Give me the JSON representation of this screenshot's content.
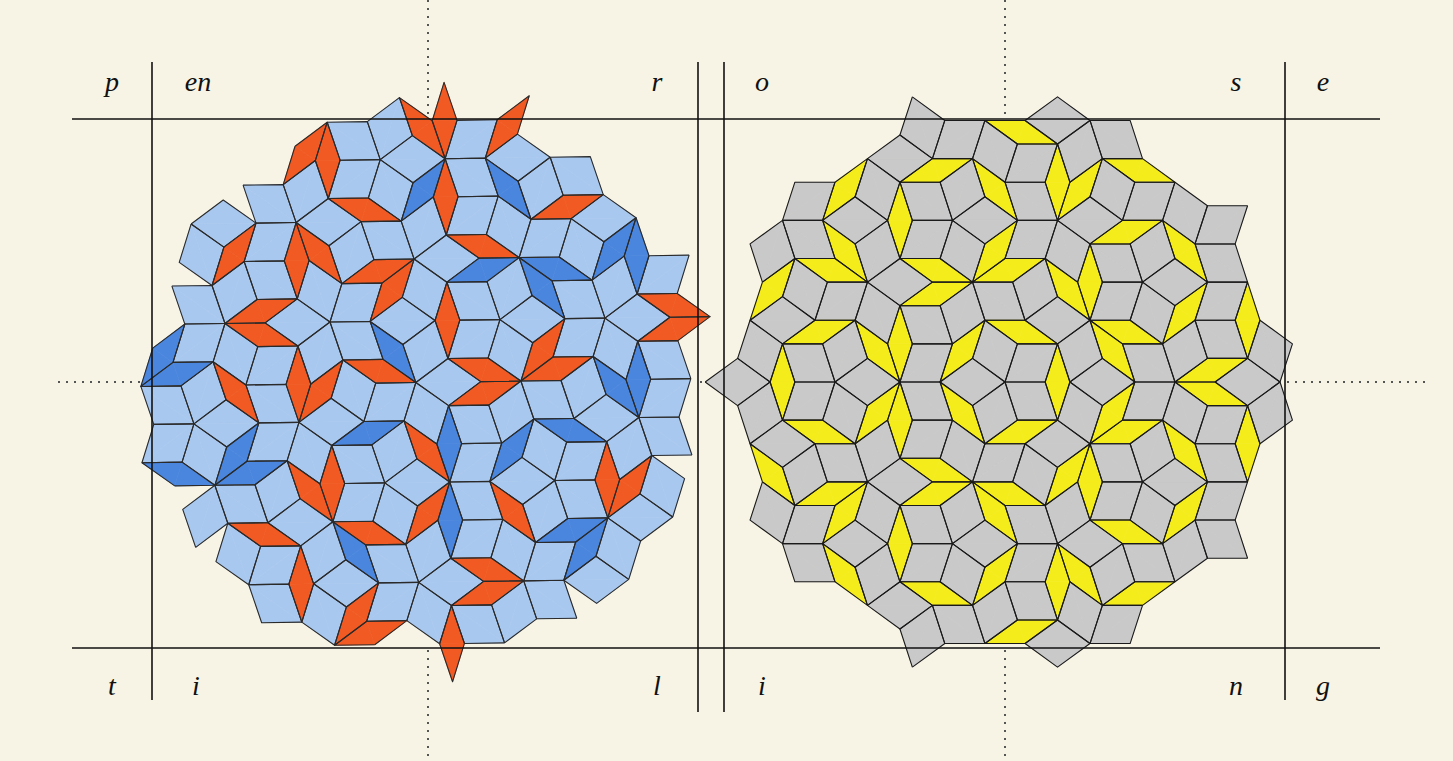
{
  "diagram": {
    "labels": [
      "p",
      "en",
      "r",
      "o",
      "s",
      "e",
      "t",
      "i",
      "l",
      "i",
      "n",
      "g"
    ]
  }
}
